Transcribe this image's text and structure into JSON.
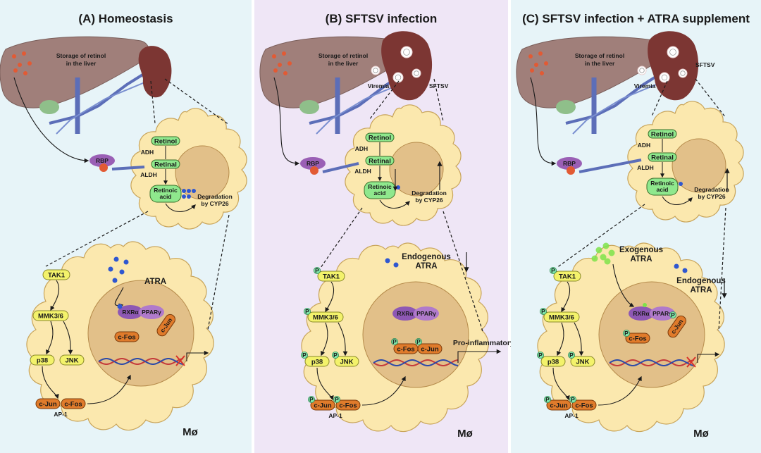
{
  "colors": {
    "panel_a_bg": "#e7f4f8",
    "panel_b_bg": "#efe6f6",
    "panel_c_bg": "#e7f4f8",
    "cell_fill": "#fbe8ae",
    "nucleus_fill": "#e2c089",
    "liver": "#a07f7a",
    "spleen": "#7c3633",
    "vessel": "#5c6eb8",
    "retinoid_green": "#8fe88d",
    "kinase_yellow": "#f3f26b",
    "transcription_orange": "#e07b2b",
    "atra_blue": "#2f57d0",
    "rbp_purple": "#9a5fb5"
  },
  "panels": [
    {
      "title": "(A) Homeostasis",
      "storage": "Storage of retinol in the liver",
      "viremia": "",
      "sftsv": "",
      "rbp": "RBP",
      "retinol": "Retinol",
      "retinal": "Retinal",
      "retinoic": "Retinoic acid",
      "adh": "ADH",
      "aldh": "ALDH",
      "degradation": "Degradation by CYP26",
      "tak1": "TAK1",
      "mmk": "MMK3/6",
      "p38": "p38",
      "jnk": "JNK",
      "cjun": "c-Jun",
      "cfos": "c-Fos",
      "ap1": "AP-1",
      "rxr": "RXRα",
      "ppar": "PPARγ",
      "atra_label": "ATRA",
      "exo_label": "",
      "endo_label": "",
      "gene_label": "",
      "cell_label": "Mø"
    },
    {
      "title": "(B) SFTSV infection",
      "storage": "Storage of retinol in the liver",
      "viremia": "Viremia",
      "sftsv": "SFTSV",
      "rbp": "RBP",
      "retinol": "Retinol",
      "retinal": "Retinal",
      "retinoic": "Retinoic acid",
      "adh": "ADH",
      "aldh": "ALDH",
      "degradation": "Degradation by CYP26",
      "tak1": "TAK1",
      "mmk": "MMK3/6",
      "p38": "p38",
      "jnk": "JNK",
      "cjun": "c-Jun",
      "cfos": "c-Fos",
      "ap1": "AP-1",
      "rxr": "RXRα",
      "ppar": "PPARγ",
      "atra_label": "",
      "exo_label": "",
      "endo_label": "Endogenous ATRA",
      "gene_label": "Pro-inflammatory gene",
      "cell_label": "Mø"
    },
    {
      "title": "(C) SFTSV infection + ATRA supplement",
      "storage": "Storage of retinol in the liver",
      "viremia": "Viremia",
      "sftsv": "SFTSV",
      "rbp": "RBP",
      "retinol": "Retinol",
      "retinal": "Retinal",
      "retinoic": "Retinoic acid",
      "adh": "ADH",
      "aldh": "ALDH",
      "degradation": "Degradation by CYP26",
      "tak1": "TAK1",
      "mmk": "MMK3/6",
      "p38": "p38",
      "jnk": "JNK",
      "cjun": "c-Jun",
      "cfos": "c-Fos",
      "ap1": "AP-1",
      "rxr": "RXRα",
      "ppar": "PPARγ",
      "atra_label": "",
      "exo_label": "Exogenous ATRA",
      "endo_label": "Endogenous ATRA",
      "gene_label": "",
      "cell_label": "Mø"
    }
  ],
  "phospho_mark": "P"
}
